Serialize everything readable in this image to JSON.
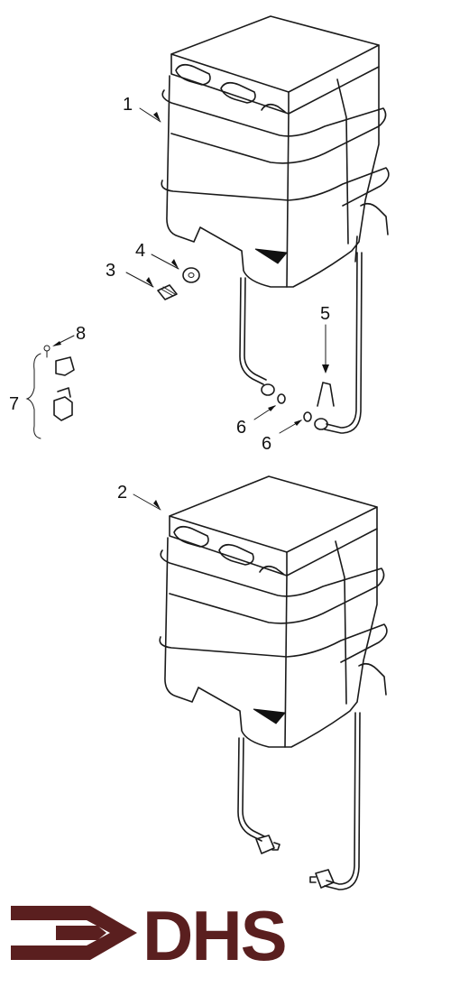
{
  "diagram": {
    "callouts": [
      {
        "id": "c1",
        "text": "1"
      },
      {
        "id": "c2",
        "text": "2"
      },
      {
        "id": "c3",
        "text": "3"
      },
      {
        "id": "c4",
        "text": "4"
      },
      {
        "id": "c5",
        "text": "5"
      },
      {
        "id": "c6a",
        "text": "6"
      },
      {
        "id": "c6b",
        "text": "6"
      },
      {
        "id": "c7",
        "text": "7"
      },
      {
        "id": "c8",
        "text": "8"
      }
    ]
  },
  "logo": {
    "text": "DHS",
    "color": "#5a1f1f",
    "icon": "arrow-bracket-icon"
  }
}
